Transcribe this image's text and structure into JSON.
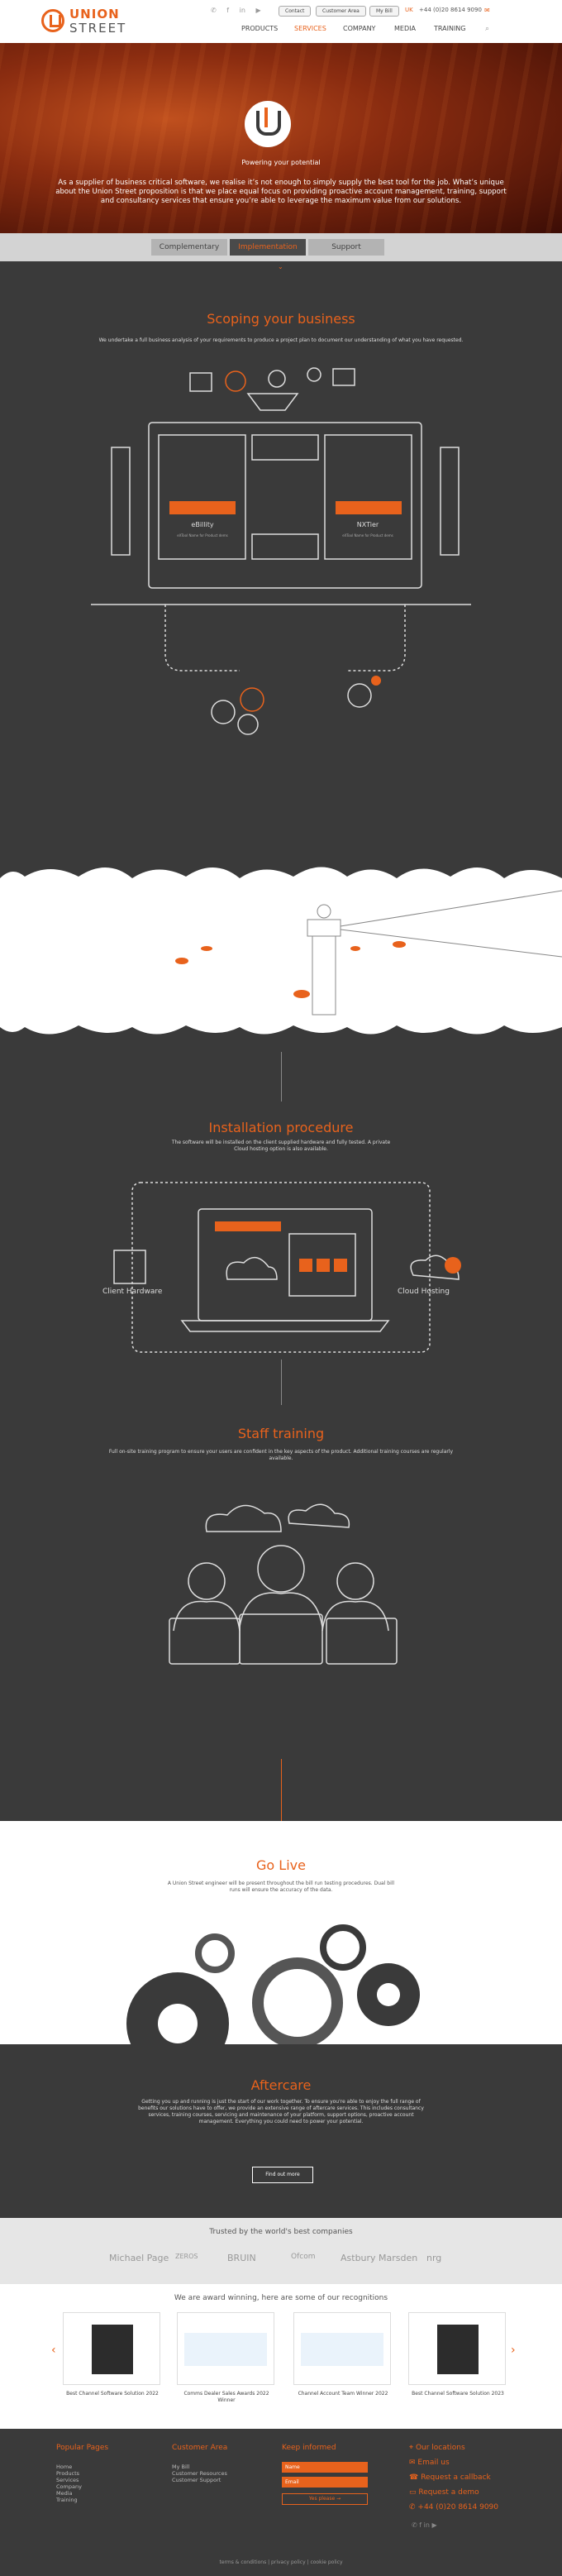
{
  "header": {
    "logo_line1": "UNION",
    "logo_line2": "STREET",
    "social": [
      "✆",
      "f",
      "in",
      "▶"
    ],
    "top_buttons": [
      "Contact",
      "Customer Area",
      "My Bill"
    ],
    "region": "UK",
    "phone": "+44 (0)20 8614 9090",
    "nav": [
      "PRODUCTS",
      "SERVICES",
      "COMPANY",
      "MEDIA",
      "TRAINING"
    ],
    "active_nav": "SERVICES"
  },
  "hero": {
    "tagline": "Powering your potential",
    "description": "As a supplier of business critical software, we realise it’s not enough to simply supply the best tool for the job. What’s unique about the Union Street proposition is that we place equal focus on providing proactive account management, training, support and consultancy services that ensure you’re able to leverage the maximum value from our solutions."
  },
  "tabs": [
    "Complementary",
    "Implementation",
    "Support"
  ],
  "active_tab": "Implementation",
  "scoping": {
    "title": "Scoping your business",
    "text": "We undertake a full business analysis of your requirements to produce a project plan to document our understanding of what you have requested.",
    "panel_left": "eBillity",
    "panel_left_sub": "eXTool Name for Product dems",
    "panel_right": "NXTier",
    "panel_right_sub": "eXTool Name for Product dems"
  },
  "installation": {
    "title": "Installation procedure",
    "text": "The software will be installed on the client supplied hardware and fully tested. A private Cloud hosting option is also available.",
    "left_label": "Client Hardware",
    "right_label": "Cloud Hosting"
  },
  "training": {
    "title": "Staff training",
    "text": "Full on-site training program to ensure your users are confident in the key aspects of the product. Additional training courses are regularly available."
  },
  "golive": {
    "title": "Go Live",
    "text": "A Union Street engineer will be present throughout the bill run testing procedures. Dual bill runs will ensure the accuracy of the data."
  },
  "aftercare": {
    "title": "Aftercare",
    "text": "Getting you up and running is just the start of our work together. To ensure you're able to enjoy the full range of benefits our solutions have to offer, we provide an extensive range of aftercare services. This includes consultancy services, training courses, servicing and maintenance of your platform, support options, proactive account management. Everything you could need to power your potential.",
    "button": "Find out more"
  },
  "partners": {
    "title": "Trusted by the world's best companies",
    "logos": [
      "Michael Page",
      "ZEROS",
      "BRUIN",
      "Ofcom",
      "Astbury Marsden",
      "nrg"
    ]
  },
  "awards": {
    "title": "We are award winning, here are some of our recognitions",
    "items": [
      {
        "caption": "Best Channel Software Solution 2022"
      },
      {
        "caption": "Comms Dealer Sales Awards 2022 Winner"
      },
      {
        "caption": "Channel Account Team Winner 2022"
      },
      {
        "caption": "Best Channel Software Solution 2023"
      }
    ],
    "prev": "‹",
    "next": "›"
  },
  "footer": {
    "popular_title": "Popular Pages",
    "popular": [
      "Home",
      "Products",
      "Services",
      "Company",
      "Media",
      "Training"
    ],
    "customer_title": "Customer Area",
    "customer": [
      "My Bill",
      "Customer Resources",
      "Customer Support"
    ],
    "informed_title": "Keep informed",
    "name_placeholder": "Name",
    "email_placeholder": "Email",
    "subscribe": "Yes please",
    "right": [
      "Our locations",
      "Email us",
      "Request a callback",
      "Request a demo",
      "+44 (0)20 8614 9090"
    ],
    "copyright": "terms & conditions  |  privacy policy  |  cookie policy"
  },
  "colors": {
    "accent": "#e8621c",
    "dark": "#3a3a3a"
  }
}
